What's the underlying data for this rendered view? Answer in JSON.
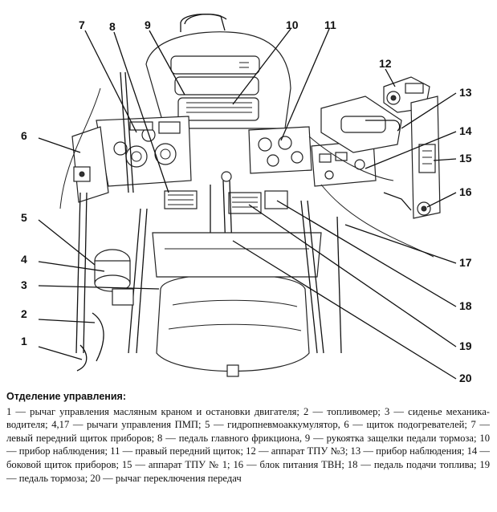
{
  "figure": {
    "callouts": [
      "1",
      "2",
      "3",
      "4",
      "5",
      "6",
      "7",
      "8",
      "9",
      "10",
      "11",
      "12",
      "13",
      "14",
      "15",
      "16",
      "17",
      "18",
      "19",
      "20"
    ]
  },
  "caption": {
    "title": "Отделение управления:",
    "text": "1 — рычаг управления масляным краном и остановки двигателя; 2 — топливомер; 3 — сиденье механика-водителя; 4,17 — рычаги управления ПМП; 5 — гидропневмоаккумулятор, 6 — щиток подогревателей; 7 — левый передний щиток приборов; 8 — педаль главного фрикциона, 9 — рукоятка защелки педали тормоза; 10 — прибор наблюдения; 11 — правый передний щиток; 12 — аппарат ТПУ №3; 13 — прибор наблюдения; 14 — боковой щиток приборов; 15 — аппарат ТПУ № 1; 16 — блок питания ТВН; 18 — педаль подачи топлива; 19 — педаль тормоза; 20 — рычаг переключения передач"
  }
}
